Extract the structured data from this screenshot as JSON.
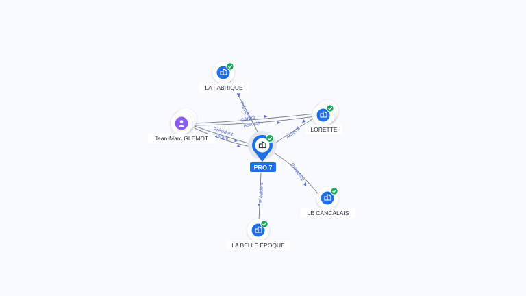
{
  "colors": {
    "company": "#1f6fe5",
    "person": "#8a5cf0",
    "check": "#1aa65a",
    "edge_label": "#5b6fd6",
    "edge": "#7d8796"
  },
  "center": {
    "label": "PRO.7",
    "icon": "building-icon"
  },
  "nodes": [
    {
      "id": "la-fabrique",
      "label": "LA FABRIQUE",
      "type": "company",
      "icon": "building-icon",
      "verified": true
    },
    {
      "id": "lorette",
      "label": "LORETTE",
      "type": "company",
      "icon": "building-icon",
      "verified": true
    },
    {
      "id": "jean-marc",
      "label": "Jean-Marc GLEMOT",
      "type": "person",
      "icon": "person-icon",
      "verified": false
    },
    {
      "id": "le-cancalais",
      "label": "LE CANCALAIS",
      "type": "company",
      "icon": "building-icon",
      "verified": true
    },
    {
      "id": "la-belle-epoque",
      "label": "LA BELLE EPOQUE",
      "type": "company",
      "icon": "building-icon",
      "verified": true
    }
  ],
  "edges": [
    {
      "id": "e1",
      "label": "Président"
    },
    {
      "id": "e2",
      "label": "Associé"
    },
    {
      "id": "e3",
      "label": "Président"
    },
    {
      "id": "e4",
      "label": "Président"
    },
    {
      "id": "e5",
      "label": "Gérant"
    },
    {
      "id": "e6",
      "label": "Associé"
    },
    {
      "id": "e7",
      "label": "Président"
    },
    {
      "id": "e8",
      "label": "Gérant"
    }
  ]
}
